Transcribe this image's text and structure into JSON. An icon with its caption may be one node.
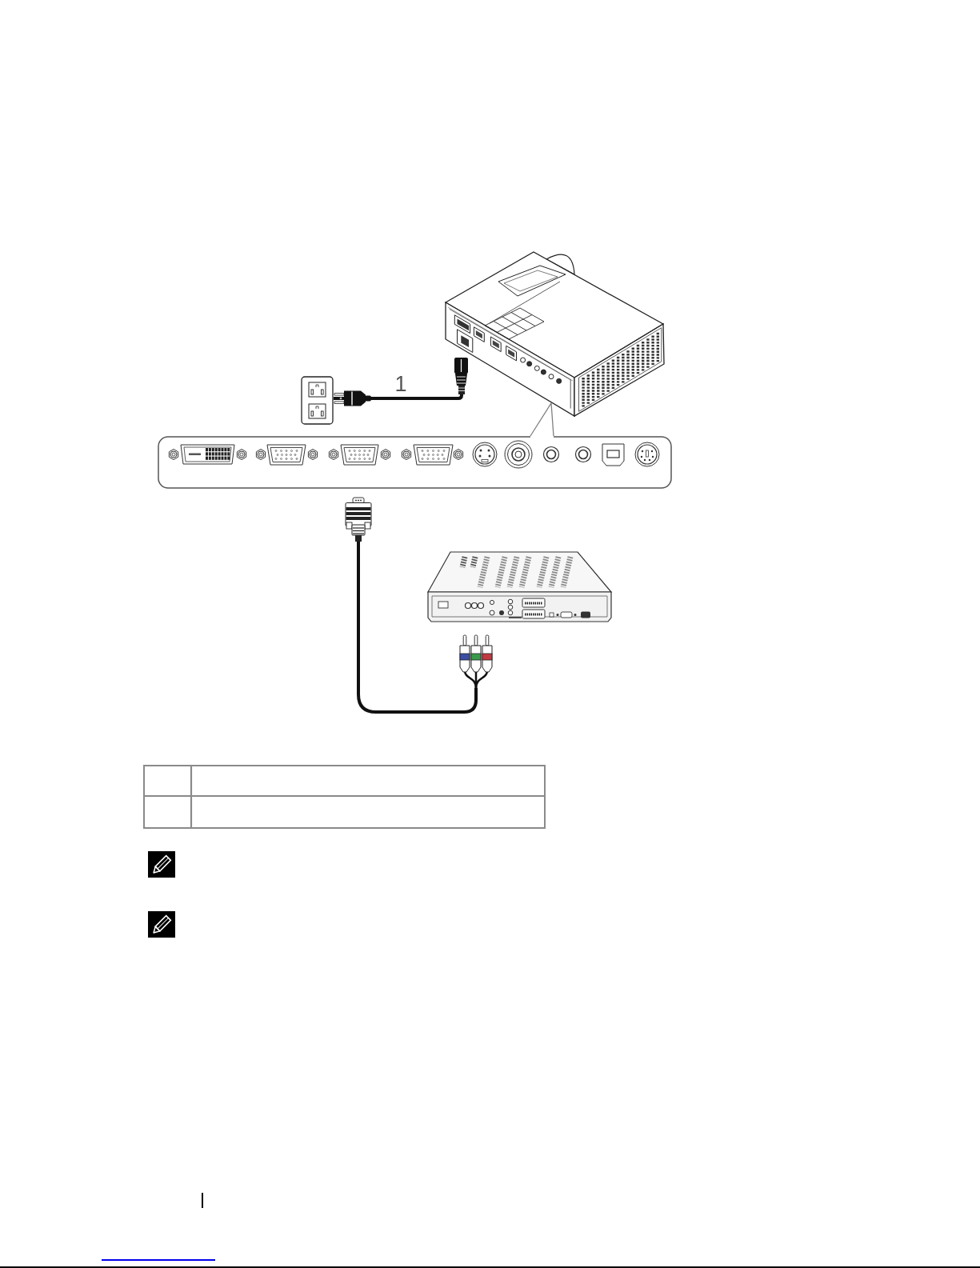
{
  "diagram": {
    "nodes": [
      {
        "text": [],
        "shape": "picture"
      },
      {
        "text": [],
        "shape": "picture"
      },
      {
        "text": [],
        "shape": "picture"
      },
      {
        "text": [],
        "shape": "picture"
      },
      {
        "text": [],
        "shape": "picture"
      },
      {
        "text": [],
        "shape": "picture"
      },
      {
        "text": [],
        "shape": "table"
      }
    ],
    "edges": [
      {
        "from": 0,
        "to": 1,
        "arrow": "other",
        "label": "1"
      },
      {
        "from": 1,
        "to": 2,
        "arrow": "none",
        "color": "#808080"
      },
      {
        "from": 3,
        "to": 5,
        "arrow": "none"
      }
    ]
  }
}
